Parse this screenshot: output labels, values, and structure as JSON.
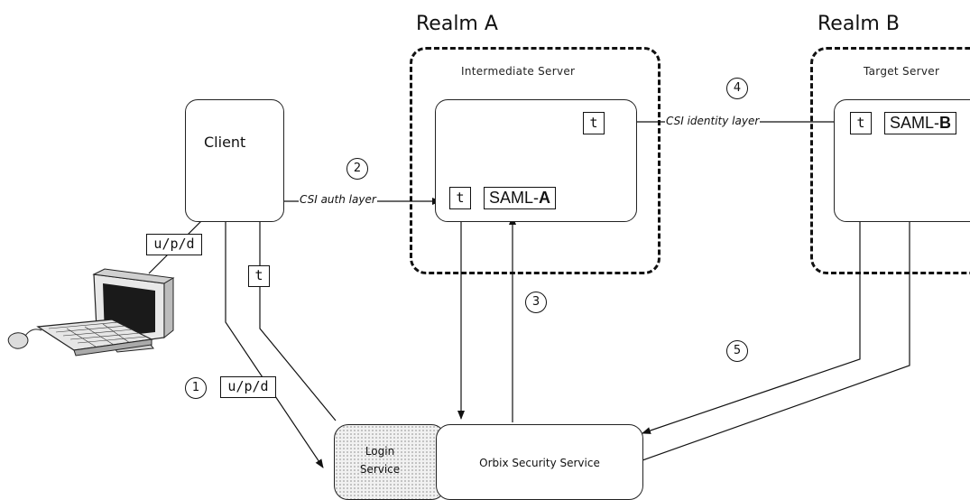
{
  "realms": [
    {
      "label": "Realm A",
      "server": "Intermediate Server"
    },
    {
      "label": "Realm B",
      "server": "Target Server"
    }
  ],
  "client": {
    "label": "Client"
  },
  "login_service": {
    "line1": "Login",
    "line2": "Service"
  },
  "security_service": {
    "label": "Orbix Security Service"
  },
  "tokens": {
    "t": "t",
    "credentials": "u/p/d",
    "saml_a_prefix": "SAML-",
    "saml_a_suffix": "A",
    "saml_b_prefix": "SAML-",
    "saml_b_suffix": "B"
  },
  "layers": {
    "auth": "CSI auth layer",
    "identity": "CSI identity layer"
  },
  "steps": [
    "1",
    "2",
    "3",
    "4",
    "5"
  ]
}
